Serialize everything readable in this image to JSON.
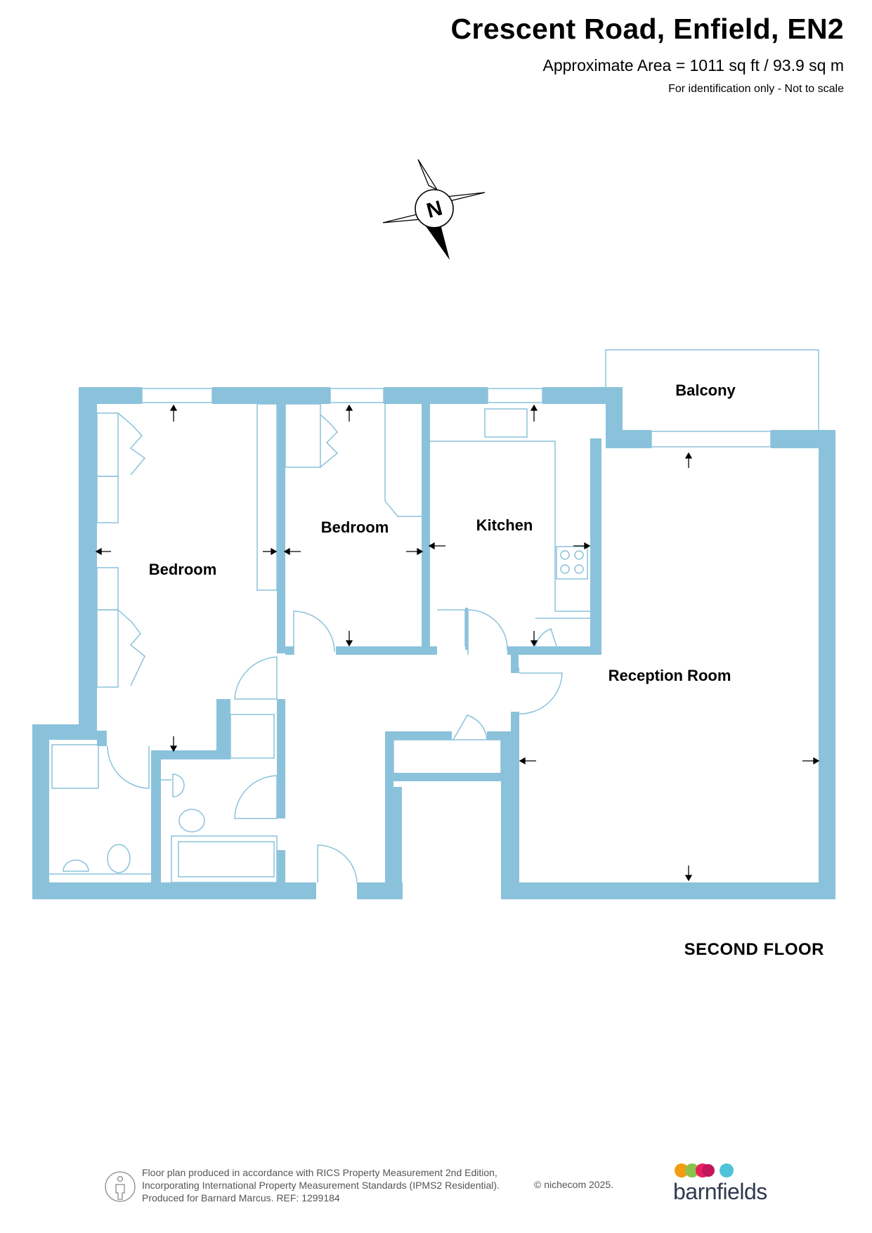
{
  "header": {
    "title": "Crescent Road, Enfield, EN2",
    "area": "Approximate Area = 1011 sq ft / 93.9 sq m",
    "note": "For identification only - Not to scale"
  },
  "compass": {
    "label": "N"
  },
  "rooms": {
    "balcony": "Balcony",
    "bedroom_1": "Bedroom",
    "bedroom_2": "Bedroom",
    "kitchen": "Kitchen",
    "reception": "Reception Room"
  },
  "floor_label": "SECOND FLOOR",
  "footer": {
    "line1": "Floor plan produced in accordance with RICS Property Measurement 2nd Edition,",
    "line2": "Incorporating International Property Measurement Standards (IPMS2 Residential).",
    "line3": "Produced for Barnard Marcus.   REF:  1299184",
    "copyright": "© nichecom 2025."
  },
  "brand": {
    "name": "barnfields",
    "dot_colors": [
      "#f39c12",
      "#8bc34a",
      "#e91e63",
      "#c2185b",
      "#4fc3d9"
    ]
  },
  "colors": {
    "wall": "#8bc2db",
    "line": "#8bc2db",
    "text": "#000000"
  }
}
